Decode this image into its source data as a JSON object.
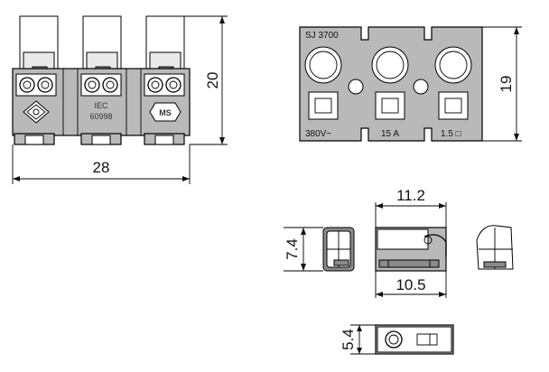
{
  "front_view": {
    "height_dim": "20",
    "width_dim": "28",
    "mark_iec_line1": "IEC",
    "mark_iec_line2": "60998",
    "mark_ms": "MS"
  },
  "top_view": {
    "model": "SJ 3700",
    "voltage": "380V~",
    "current": "15 A",
    "section": "1.5 □",
    "height_dim": "19"
  },
  "side_views": {
    "top_width_dim": "11.2",
    "bottom_width_dim": "10.5",
    "height_dim": "7.4",
    "bottom_view_height_dim": "5.4"
  }
}
